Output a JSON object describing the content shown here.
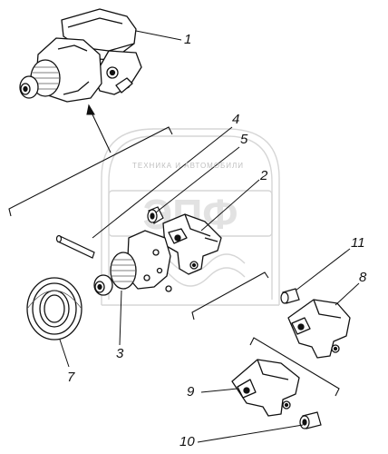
{
  "watermark": {
    "caption": "ТЕХНИКА И АВТОМОБИЛИ",
    "logo_text": "ЭПФ",
    "color": "#d0d0d0"
  },
  "colors": {
    "ink": "#111111",
    "background": "#ffffff",
    "hatch": "#555555"
  },
  "callouts": [
    {
      "id": "label-1",
      "text": "1"
    },
    {
      "id": "label-2",
      "text": "2"
    },
    {
      "id": "label-3",
      "text": "3"
    },
    {
      "id": "label-4",
      "text": "4"
    },
    {
      "id": "label-5",
      "text": "5"
    },
    {
      "id": "label-7",
      "text": "7"
    },
    {
      "id": "label-8",
      "text": "8"
    },
    {
      "id": "label-9",
      "text": "9"
    },
    {
      "id": "label-10",
      "text": "10"
    },
    {
      "id": "label-11",
      "text": "11"
    }
  ]
}
